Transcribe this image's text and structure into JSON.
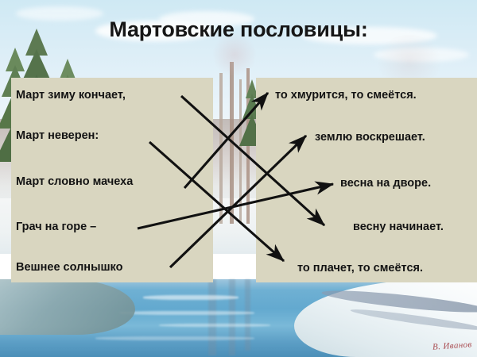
{
  "slide": {
    "title": "Мартовские пословицы:",
    "background_description": "watercolour spring landscape: birch forest, melting snow and river",
    "artist_signature": "В. Иванов",
    "panel_color": "#d9d6c0",
    "text_color": "#131313",
    "arrow_color": "#111111"
  },
  "left_column": {
    "items": [
      {
        "id": "l1",
        "text": "Март зиму кончает,"
      },
      {
        "id": "l2",
        "text": "Март неверен:"
      },
      {
        "id": "l3",
        "text": "Март словно мачеха"
      },
      {
        "id": "l4",
        "text": "Грач на горе –"
      },
      {
        "id": "l5",
        "text": "Вешнее солнышко"
      }
    ]
  },
  "right_column": {
    "items": [
      {
        "id": "r1",
        "text": "то хмурится, то смеётся."
      },
      {
        "id": "r2",
        "text": "землю воскрешает."
      },
      {
        "id": "r3",
        "text": "весна на дворе."
      },
      {
        "id": "r4",
        "text": "весну начинает."
      },
      {
        "id": "r5",
        "text": "то плачет, то смеётся."
      }
    ]
  },
  "connections": [
    {
      "from": "l1",
      "to": "r4",
      "label": "Март зиму кончает, — весну начинает."
    },
    {
      "from": "l2",
      "to": "r5",
      "label": "Март неверен: то плачет, то смеётся."
    },
    {
      "from": "l3",
      "to": "r1",
      "label": "Март словно мачеха: то хмурится, то смеётся."
    },
    {
      "from": "l4",
      "to": "r3",
      "label": "Грач на горе – весна на дворе."
    },
    {
      "from": "l5",
      "to": "r2",
      "label": "Вешнее солнышко землю воскрешает."
    }
  ]
}
